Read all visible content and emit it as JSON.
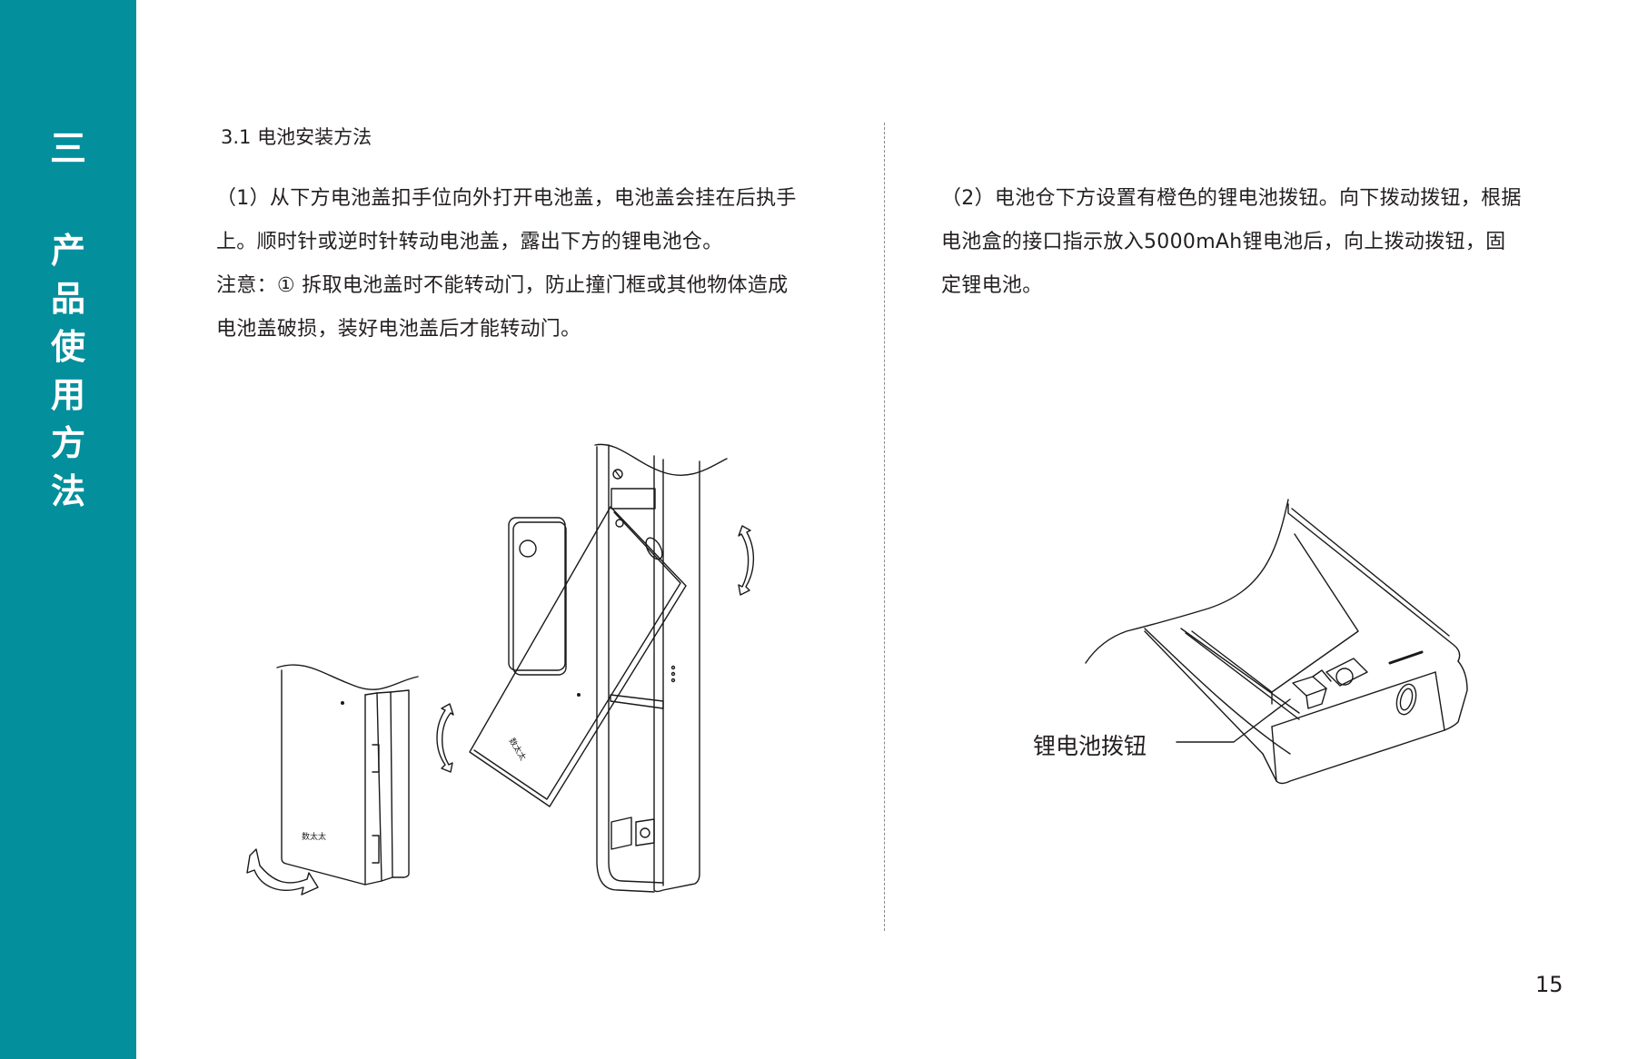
{
  "sidebar": {
    "chapter_number": "三",
    "chapter_title_chars": [
      "产",
      "品",
      "使",
      "用",
      "方",
      "法"
    ],
    "background_color": "#048f9d"
  },
  "section": {
    "heading": "3.1 电池安装方法"
  },
  "left_column": {
    "lines": [
      "（1）从下方电池盖扣手位向外打开电池盖，电池盖会挂在后执手",
      "上。顺时针或逆时针转动电池盖，露出下方的锂电池仓。",
      "注意：① 拆取电池盖时不能转动门，防止撞门框或其他物体造成",
      "电池盖破损，装好电池盖后才能转动门。"
    ],
    "illustration": {
      "description": "door lock battery cover being opened and rotated",
      "brand_mark": "数太太"
    }
  },
  "right_column": {
    "lines": [
      "（2）电池仓下方设置有橙色的锂电池拨钮。向下拨动拨钮，根据",
      "电池盒的接口指示放入5000mAh锂电池后，向上拨动拨钮，固",
      "定锂电池。"
    ],
    "illustration": {
      "description": "battery compartment with lithium battery toggle",
      "callout_label": "锂电池拨钮"
    }
  },
  "footer": {
    "page_number": "15"
  }
}
